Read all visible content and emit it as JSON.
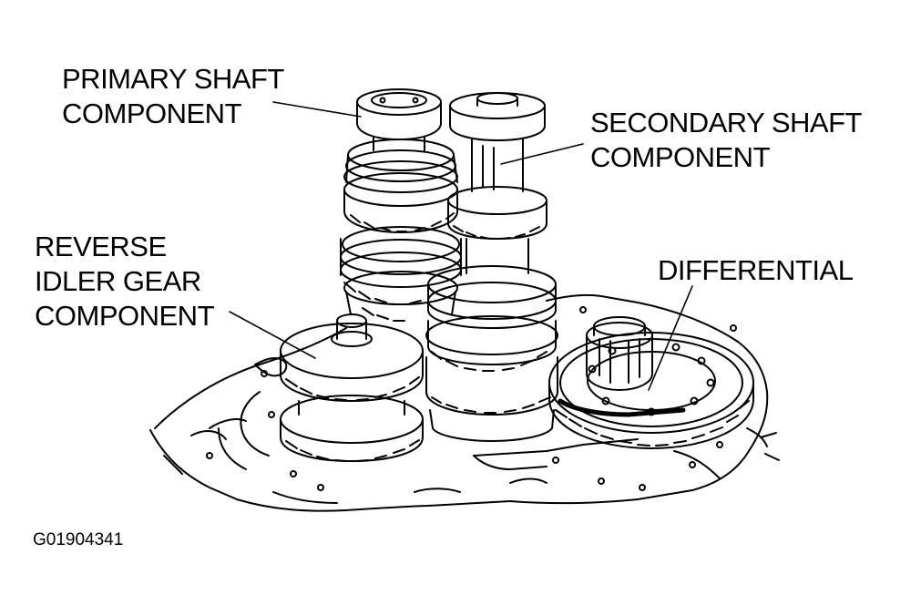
{
  "labels": {
    "primary_line1": "PRIMARY SHAFT",
    "primary_line2": "COMPONENT",
    "secondary_line1": "SECONDARY SHAFT",
    "secondary_line2": "COMPONENT",
    "reverse_line1": "REVERSE",
    "reverse_line2": "IDLER GEAR",
    "reverse_line3": "COMPONENT",
    "differential": "DIFFERENTIAL"
  },
  "figure_id": "G01904341",
  "colors": {
    "ink": "#000000",
    "paper": "#ffffff"
  }
}
